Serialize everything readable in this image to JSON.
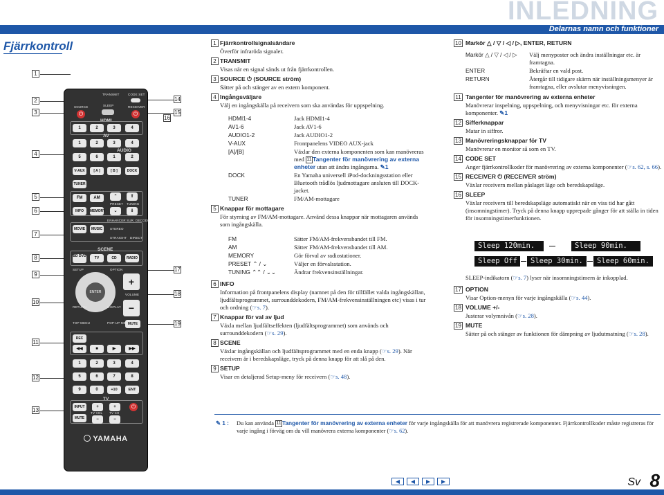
{
  "header": {
    "title": "INLEDNING",
    "subtitle": "Delarnas namn och funktioner"
  },
  "page_title": "Fjärrkontroll",
  "left_numbers": [
    "1",
    "2",
    "3",
    "4",
    "5",
    "6",
    "7",
    "8",
    "9",
    "10",
    "11",
    "12",
    "13"
  ],
  "right_numbers": [
    "14",
    "15",
    "16",
    "17",
    "18",
    "19"
  ],
  "remote": {
    "transmit": "TRANSMIT",
    "code_set": "CODE SET",
    "source": "SOURCE",
    "receiver": "RECEIVER",
    "sleep": "SLEEP",
    "hdmi": "HDMI",
    "av": "AV",
    "audio": "AUDIO",
    "vaux": "V-AUX",
    "a_btn": "[ A ]",
    "b_btn": "[ B ]",
    "dock": "DOCK",
    "tuner": "TUNER",
    "fm": "FM",
    "am": "AM",
    "info": "INFO",
    "memory": "MEMORY",
    "preset": "PRESET",
    "tuning": "TUNING",
    "enhancer": "ENHANCER",
    "surdecode": "SUR. DECODE",
    "movie": "MOVIE",
    "music": "MUSIC",
    "stereo": "STEREO",
    "straight": "STRAIGHT",
    "direct": "DIRECT",
    "scene": "SCENE",
    "bd_dvd": "BD DVD",
    "tv": "TV",
    "cd": "CD",
    "radio": "RADIO",
    "setup": "SETUP",
    "option": "OPTION",
    "enter": "ENTER",
    "return": "RETURN",
    "display": "DISPLAY",
    "volume": "VOLUME",
    "top_menu": "TOP MENU",
    "popup_menu": "POP-UP MENU",
    "mute": "MUTE",
    "rec": "REC",
    "digits": [
      "1",
      "2",
      "3",
      "4",
      "5",
      "6",
      "7",
      "8",
      "9",
      "0",
      "+10",
      "ENT"
    ],
    "tv_label": "TV",
    "input": "INPUT",
    "tv_vol": "TV VOL",
    "tv_ch": "TV CH",
    "mute2": "MUTE",
    "hdmi_row": [
      "1",
      "2",
      "3",
      "4"
    ],
    "av_row": [
      "1",
      "2",
      "3",
      "4"
    ],
    "av2_row": [
      "5",
      "6"
    ],
    "audio_row": [
      "1",
      "2"
    ],
    "brand": "YAMAHA"
  },
  "mid": {
    "items": [
      {
        "n": "1",
        "title": "Fjärrkontrollsignalsändare",
        "desc": "Överför infraröda signaler."
      },
      {
        "n": "2",
        "title": "TRANSMIT",
        "desc": "Visas när en signal sänds ut från fjärrkontrollen."
      },
      {
        "n": "3",
        "title": "SOURCE ⏻ (SOURCE ström)",
        "desc": "Sätter på och stänger av en extern komponent."
      },
      {
        "n": "4",
        "title": "Ingångsväljare",
        "desc": "Välj en ingångskälla på receivern som ska användas för uppspelning."
      }
    ],
    "inputs": [
      {
        "k": "HDMI1-4",
        "v": "Jack HDMI1-4"
      },
      {
        "k": "AV1-6",
        "v": "Jack AV1-6"
      },
      {
        "k": "AUDIO1-2",
        "v": "Jack AUDIO1-2"
      },
      {
        "k": "V-AUX",
        "v": "Frontpanelens VIDEO AUX-jack"
      }
    ],
    "ab_key": "[A]/[B]",
    "ab_pre": "Växlar den externa komponenten som kan manövreras med ",
    "ab_num": "11",
    "ab_link": "Tangenter för manövrering av externa enheter",
    "ab_post": " utan att ändra ingångarna.",
    "tip_mark": "1",
    "dock_key": "DOCK",
    "dock_val": "En Yamaha universell iPod-dockningsstation eller Bluetooth trådlös ljudmottagare ansluten till DOCK-jacket.",
    "tuner_key": "TUNER",
    "tuner_val": "FM/AM-mottagare",
    "item5": {
      "n": "5",
      "title": "Knappar för mottagare",
      "desc": "För styrning av FM/AM-mottagare. Använd dessa knappar när mottagaren används som ingångskälla."
    },
    "tuner_keys": [
      {
        "k": "FM",
        "v": "Sätter FM/AM-frekvensbandet till FM."
      },
      {
        "k": "AM",
        "v": "Sätter FM/AM-frekvensbandet till AM."
      },
      {
        "k": "MEMORY",
        "v": "Gör förval av radiostationer."
      },
      {
        "k": "PRESET ⌃ / ⌄",
        "v": "Väljer en förvalsstation."
      },
      {
        "k": "TUNING ⌃⌃ / ⌄⌄",
        "v": "Ändrar frekvensinställningar."
      }
    ],
    "item6": {
      "n": "6",
      "title": "INFO",
      "desc": "Information på frontpanelens display (namnet på den för tillfället valda ingångskällan, ljudfältsprogrammet, surrounddekodern, FM/AM-frekvensinställningen etc) visas i tur och ordning (",
      "ref": "☞s. 7",
      "end": ")."
    },
    "item7": {
      "n": "7",
      "title": "Knappar för val av ljud",
      "desc": "Växla mellan ljudfältseffekten (ljudfältsprogrammet) som används och surrounddekodern (",
      "ref": "☞s. 29",
      "end": ")."
    },
    "item8": {
      "n": "8",
      "title": "SCENE",
      "desc": "Växlar ingångskällan och ljudfältsprogrammet med en enda knapp (",
      "ref": "☞s. 29",
      "end": "). När receivern är i beredskapsläge, tryck på denna knapp för att slå på den."
    },
    "item9": {
      "n": "9",
      "title": "SETUP",
      "desc": "Visar en detaljerad Setup-meny för receivern (",
      "ref": "☞s. 48",
      "end": ")."
    }
  },
  "right": {
    "item10": {
      "n": "10",
      "title": "Markör △ / ▽ / ◁ / ▷, ENTER, RETURN"
    },
    "cursor_rows": [
      {
        "k": "Markör △ / ▽ / ◁ / ▷",
        "v": "Välj menyposter och ändra inställningar etc. är framtagna."
      },
      {
        "k": "ENTER",
        "v": "Bekräftar en vald post."
      },
      {
        "k": "RETURN",
        "v": "Återgår till tidigare skärm när inställningsmenyer är framtagna, eller avslutar menyvisningen."
      }
    ],
    "item11": {
      "n": "11",
      "title": "Tangenter för manövrering av externa enheter",
      "desc": "Manövrerar inspelning, uppspelning, och menyvisningar etc. för externa komponenter. ",
      "mark": "1"
    },
    "item12": {
      "n": "12",
      "title": "Sifferknappar",
      "desc": "Matar in siffror."
    },
    "item13": {
      "n": "13",
      "title": "Manövreringsknappar för TV",
      "desc": "Manövrerar en monitor så som en TV."
    },
    "item14": {
      "n": "14",
      "title": "CODE SET",
      "desc": "Anger fjärrkontrollkoder för manövrering av externa komponenter (",
      "ref": "☞s. 62, s. 66",
      "end": ")."
    },
    "item15": {
      "n": "15",
      "title": "RECEIVER ⏻ (RECEIVER ström)",
      "desc": "Växlar receivern mellan påslaget läge och beredskapsläge."
    },
    "item16": {
      "n": "16",
      "title": "SLEEP",
      "desc": "Växlar receivern till beredskapsläge automatiskt när en viss tid har gått (insomningstimer). Tryck på denna knapp upprepade gånger för att ställa in tiden för insomningstimerfunktionen."
    },
    "displays": [
      "Sleep 120min.",
      "Sleep 90min.",
      "Sleep Off",
      "Sleep 30min.",
      "Sleep 60min."
    ],
    "sleep_ind": "SLEEP-indikatorn (",
    "sleep_ref": "☞s. 7",
    "sleep_end": ") lyser när insomningstimern är inkopplad.",
    "item17": {
      "n": "17",
      "title": "OPTION",
      "desc": "Visar Option-menyn för varje ingångskälla (",
      "ref": "☞s. 44",
      "end": ")."
    },
    "item18": {
      "n": "18",
      "title": "VOLUME +/-",
      "desc": "Justerar volymnivån (",
      "ref": "☞s. 28",
      "end": ")."
    },
    "item19": {
      "n": "19",
      "title": "MUTE",
      "desc": "Sätter på och stänger av funktionen för dämpning av ljudutmatning (",
      "ref": "☞s. 28",
      "end": ")."
    }
  },
  "tip": {
    "label": "1 :",
    "pre": "Du kan använda ",
    "num": "11",
    "link": "Tangenter för manövrering av externa enheter",
    "post": " för varje ingångskälla för att manövrera registrerade komponenter. Fjärrkontrollkoder måste registreras för varje ingång i förväg om du vill manövrera externa komponenter (",
    "ref": "☞s. 62",
    "end": ")."
  },
  "footer": {
    "lang": "Sv",
    "page": "8"
  },
  "colors": {
    "accent": "#1e57a8",
    "header_light": "#cfd8e3"
  }
}
